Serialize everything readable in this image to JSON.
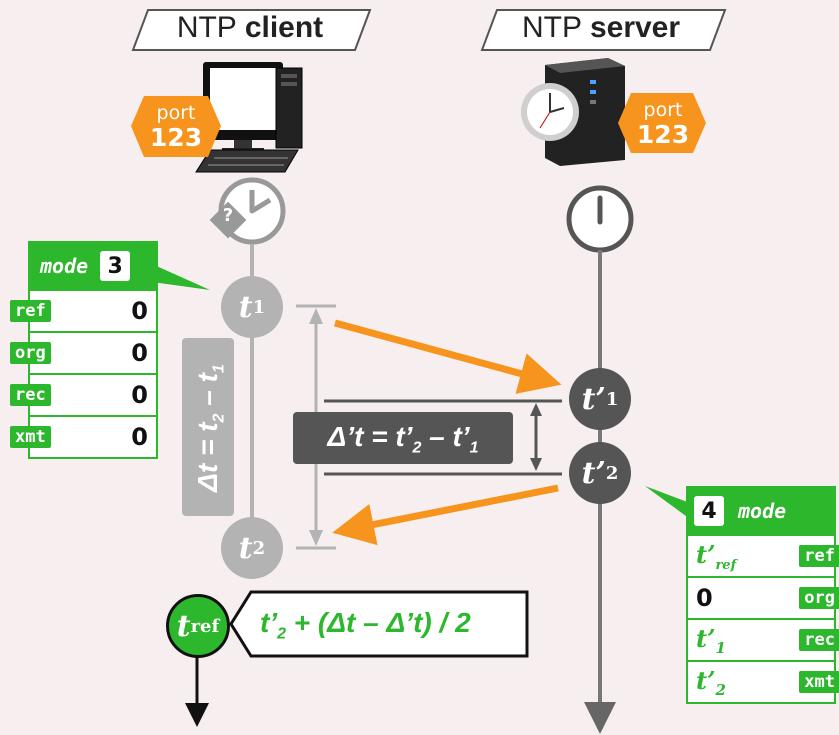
{
  "client": {
    "title_normal": "NTP",
    "title_bold": "client",
    "port_label": "port",
    "port_number": "123",
    "clock_question": "?"
  },
  "server": {
    "title_normal": "NTP",
    "title_bold": "server",
    "port_label": "port",
    "port_number": "123"
  },
  "client_packet": {
    "mode_label": "mode",
    "mode_value": "3",
    "rows": [
      {
        "field": "ref",
        "value": "0"
      },
      {
        "field": "org",
        "value": "0"
      },
      {
        "field": "rec",
        "value": "0"
      },
      {
        "field": "xmt",
        "value": "0"
      }
    ]
  },
  "server_packet": {
    "mode_label": "mode",
    "mode_value": "4",
    "rows": [
      {
        "field": "ref",
        "value": "t’",
        "sub": "ref"
      },
      {
        "field": "org",
        "value": "0",
        "sub": ""
      },
      {
        "field": "rec",
        "value": "t’",
        "sub": "1"
      },
      {
        "field": "xmt",
        "value": "t’",
        "sub": "2"
      }
    ]
  },
  "timestamps": {
    "t1": {
      "base": "t",
      "sub": "1"
    },
    "t2": {
      "base": "t",
      "sub": "2"
    },
    "tp1": {
      "base": "t’",
      "sub": "1"
    },
    "tp2": {
      "base": "t’",
      "sub": "2"
    },
    "tref": {
      "base": "t",
      "sub": "ref"
    }
  },
  "formulas": {
    "delta_client": {
      "a": "Δt = t",
      "a_sub": "2",
      "b": " – t",
      "b_sub": "1"
    },
    "delta_server": {
      "a": "Δ’t = t’",
      "a_sub": "2",
      "b": " – t’",
      "b_sub": "1"
    },
    "tref": {
      "a": "t’",
      "a_sub": "2",
      "b": " + (Δt – Δ’t) / 2"
    }
  },
  "colors": {
    "green": "#2db72d",
    "orange": "#f7941d",
    "gray_light": "#b3b3b3",
    "gray_dark": "#555555"
  }
}
